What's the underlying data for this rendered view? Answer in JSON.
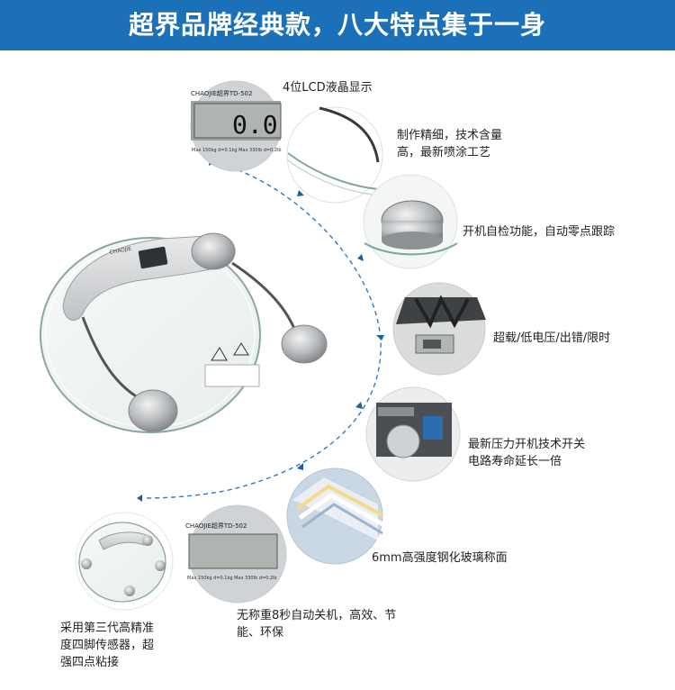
{
  "banner": {
    "title": "超界品牌经典款，八大特点集于一身"
  },
  "colors": {
    "banner": "#1b70b7",
    "arc": "#2e7bc4",
    "glass_edge": "#8aa6a0"
  },
  "scale": {
    "brand_text": "CHAOJIE超界TD-502",
    "lcd_reading": "0.0",
    "spec_text": "Max 150kg d=0.1kg Max 330lb d=0.2lb"
  },
  "features": {
    "lcd": {
      "lines": [
        "4位LCD液晶显示"
      ]
    },
    "craft": {
      "lines": [
        "制作精细，技术含量",
        "高，最新喷涂工艺"
      ]
    },
    "zero": {
      "lines": [
        "开机自检功能，自动零点跟踪"
      ]
    },
    "protection": {
      "lines": [
        "超载/低电压/出错/限时"
      ]
    },
    "pressure": {
      "lines": [
        "最新压力开机技术开关",
        "电路寿命延长一倍"
      ]
    },
    "glass": {
      "lines": [
        "6mm高强度钢化玻璃称面"
      ]
    },
    "sensors": {
      "lines": [
        "采用第三代高精准",
        "度四脚传感器，超",
        "强四点粘接"
      ]
    },
    "auto_off": {
      "lines": [
        "无称重8秒自动关机，高效、节",
        "能、环保"
      ]
    }
  }
}
